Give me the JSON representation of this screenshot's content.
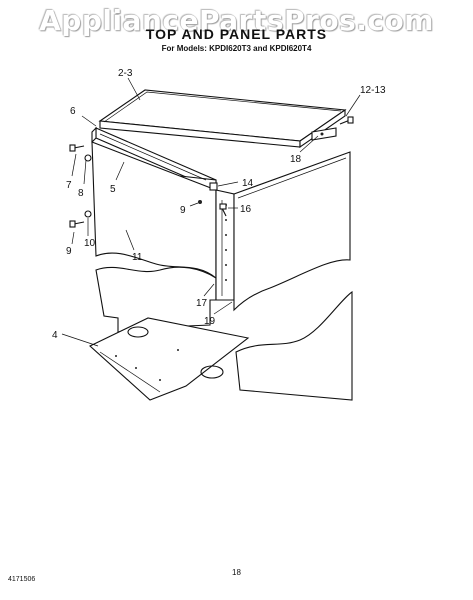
{
  "watermark": "AppliancePartsPros.com",
  "title": "TOP AND PANEL PARTS",
  "subtitle": "For Models: KPDI620T3 and KPDI620T4",
  "footer": {
    "left": "4171506",
    "page": "18"
  },
  "callouts": {
    "c23": "2-3",
    "c1213": "12-13",
    "c6": "6",
    "c7": "7",
    "c8": "8",
    "c5": "5",
    "c14": "14",
    "c18": "18",
    "c9a": "9",
    "c16": "16",
    "c9b": "9",
    "c10": "10",
    "c11": "11",
    "c17": "17",
    "c19": "19",
    "c4": "4"
  }
}
